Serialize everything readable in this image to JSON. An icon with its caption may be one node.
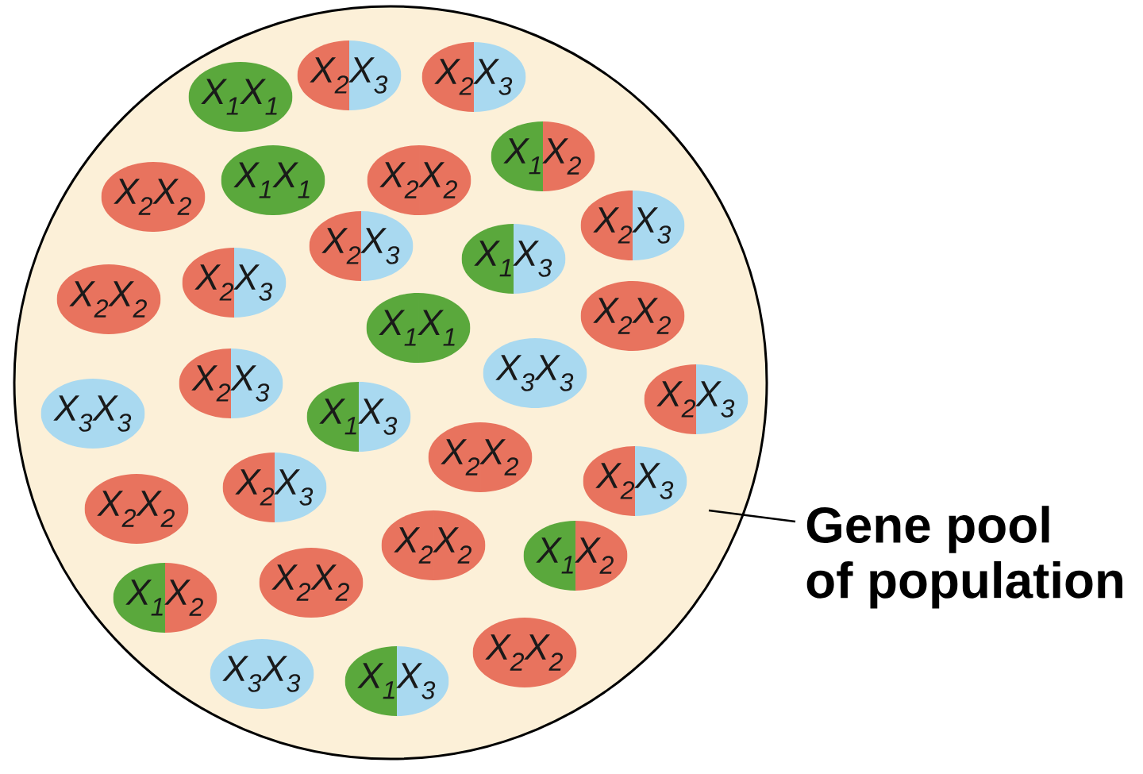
{
  "diagram": {
    "nodes": [
      {
        "text": [],
        "shape": "circle"
      },
      {
        "text": [
          "X$_{1}$X$_{1}$"
        ],
        "in": 0
      },
      {
        "text": [
          "X$_{2}$X$_{3}$"
        ],
        "in": 0
      },
      {
        "text": [
          "X$_{2}$X$_{3}$"
        ],
        "in": 0
      },
      {
        "text": [
          "X$_{2}$X$_{2}$"
        ],
        "in": 0
      },
      {
        "text": [
          "X$_{1}$X$_{1}$"
        ],
        "in": 0
      },
      {
        "text": [
          "X$_{2}$X$_{2}$"
        ],
        "in": 0
      },
      {
        "text": [
          "X$_{1}$X$_{2}$"
        ],
        "in": 0
      },
      {
        "text": [
          "X$_{2}$X$_{3}$"
        ],
        "in": 0
      },
      {
        "text": [
          "X$_{1}$X$_{3}$"
        ],
        "in": 0
      },
      {
        "text": [
          "X$_{2}$X$_{3}$"
        ],
        "in": 0
      },
      {
        "text": [
          "X$_{2}$X$_{2}$"
        ],
        "in": 0
      },
      {
        "text": [
          "X$_{2}$X$_{3}$"
        ],
        "in": 0
      },
      {
        "text": [
          "X$_{1}$X$_{1}$"
        ],
        "in": 0
      },
      {
        "text": [
          "X$_{2}$X$_{2}$"
        ],
        "in": 0
      },
      {
        "text": [
          "X$_{3}$X$_{3}$"
        ],
        "in": 0
      },
      {
        "text": [
          "X$_{2}$X$_{3}$"
        ],
        "in": 0
      },
      {
        "text": [
          "X$_{1}$X$_{3}$"
        ],
        "in": 0
      },
      {
        "text": [
          "X$_{3}$X$_{3}$"
        ],
        "in": 0
      },
      {
        "text": [
          "X$_{2}$X$_{3}$"
        ],
        "in": 0
      },
      {
        "text": [
          "X$_{2}$X$_{2}$"
        ],
        "in": 0
      },
      {
        "text": [
          "X$_{2}$X$_{3}$"
        ],
        "in": 0
      },
      {
        "text": [
          "X$_{2}$X$_{2}$"
        ],
        "in": 0
      },
      {
        "text": [
          "X$_{2}$X$_{3}$"
        ],
        "in": 0
      },
      {
        "text": [
          "X$_{1}$X$_{2}$"
        ],
        "in": 0
      },
      {
        "text": [
          "X$_{2}$X$_{2}$"
        ],
        "in": 0
      },
      {
        "text": [
          "X$_{2}$X$_{2}$"
        ],
        "in": 0
      },
      {
        "text": [
          "X$_{1}$X$_{2}$"
        ],
        "in": 0
      },
      {
        "text": [
          "X$_{3}$X$_{3}$"
        ],
        "in": 0
      },
      {
        "text": [
          "X$_{1}$X$_{3}$"
        ],
        "in": 0
      },
      {
        "text": [
          "X$_{2}$X$_{2}$"
        ],
        "in": 0
      },
      {
        "text": [
          "Gene pool of population"
        ]
      }
    ],
    "edges": [
      {
        "from": 31,
        "to": 0,
        "arrow": "none"
      }
    ]
  }
}
